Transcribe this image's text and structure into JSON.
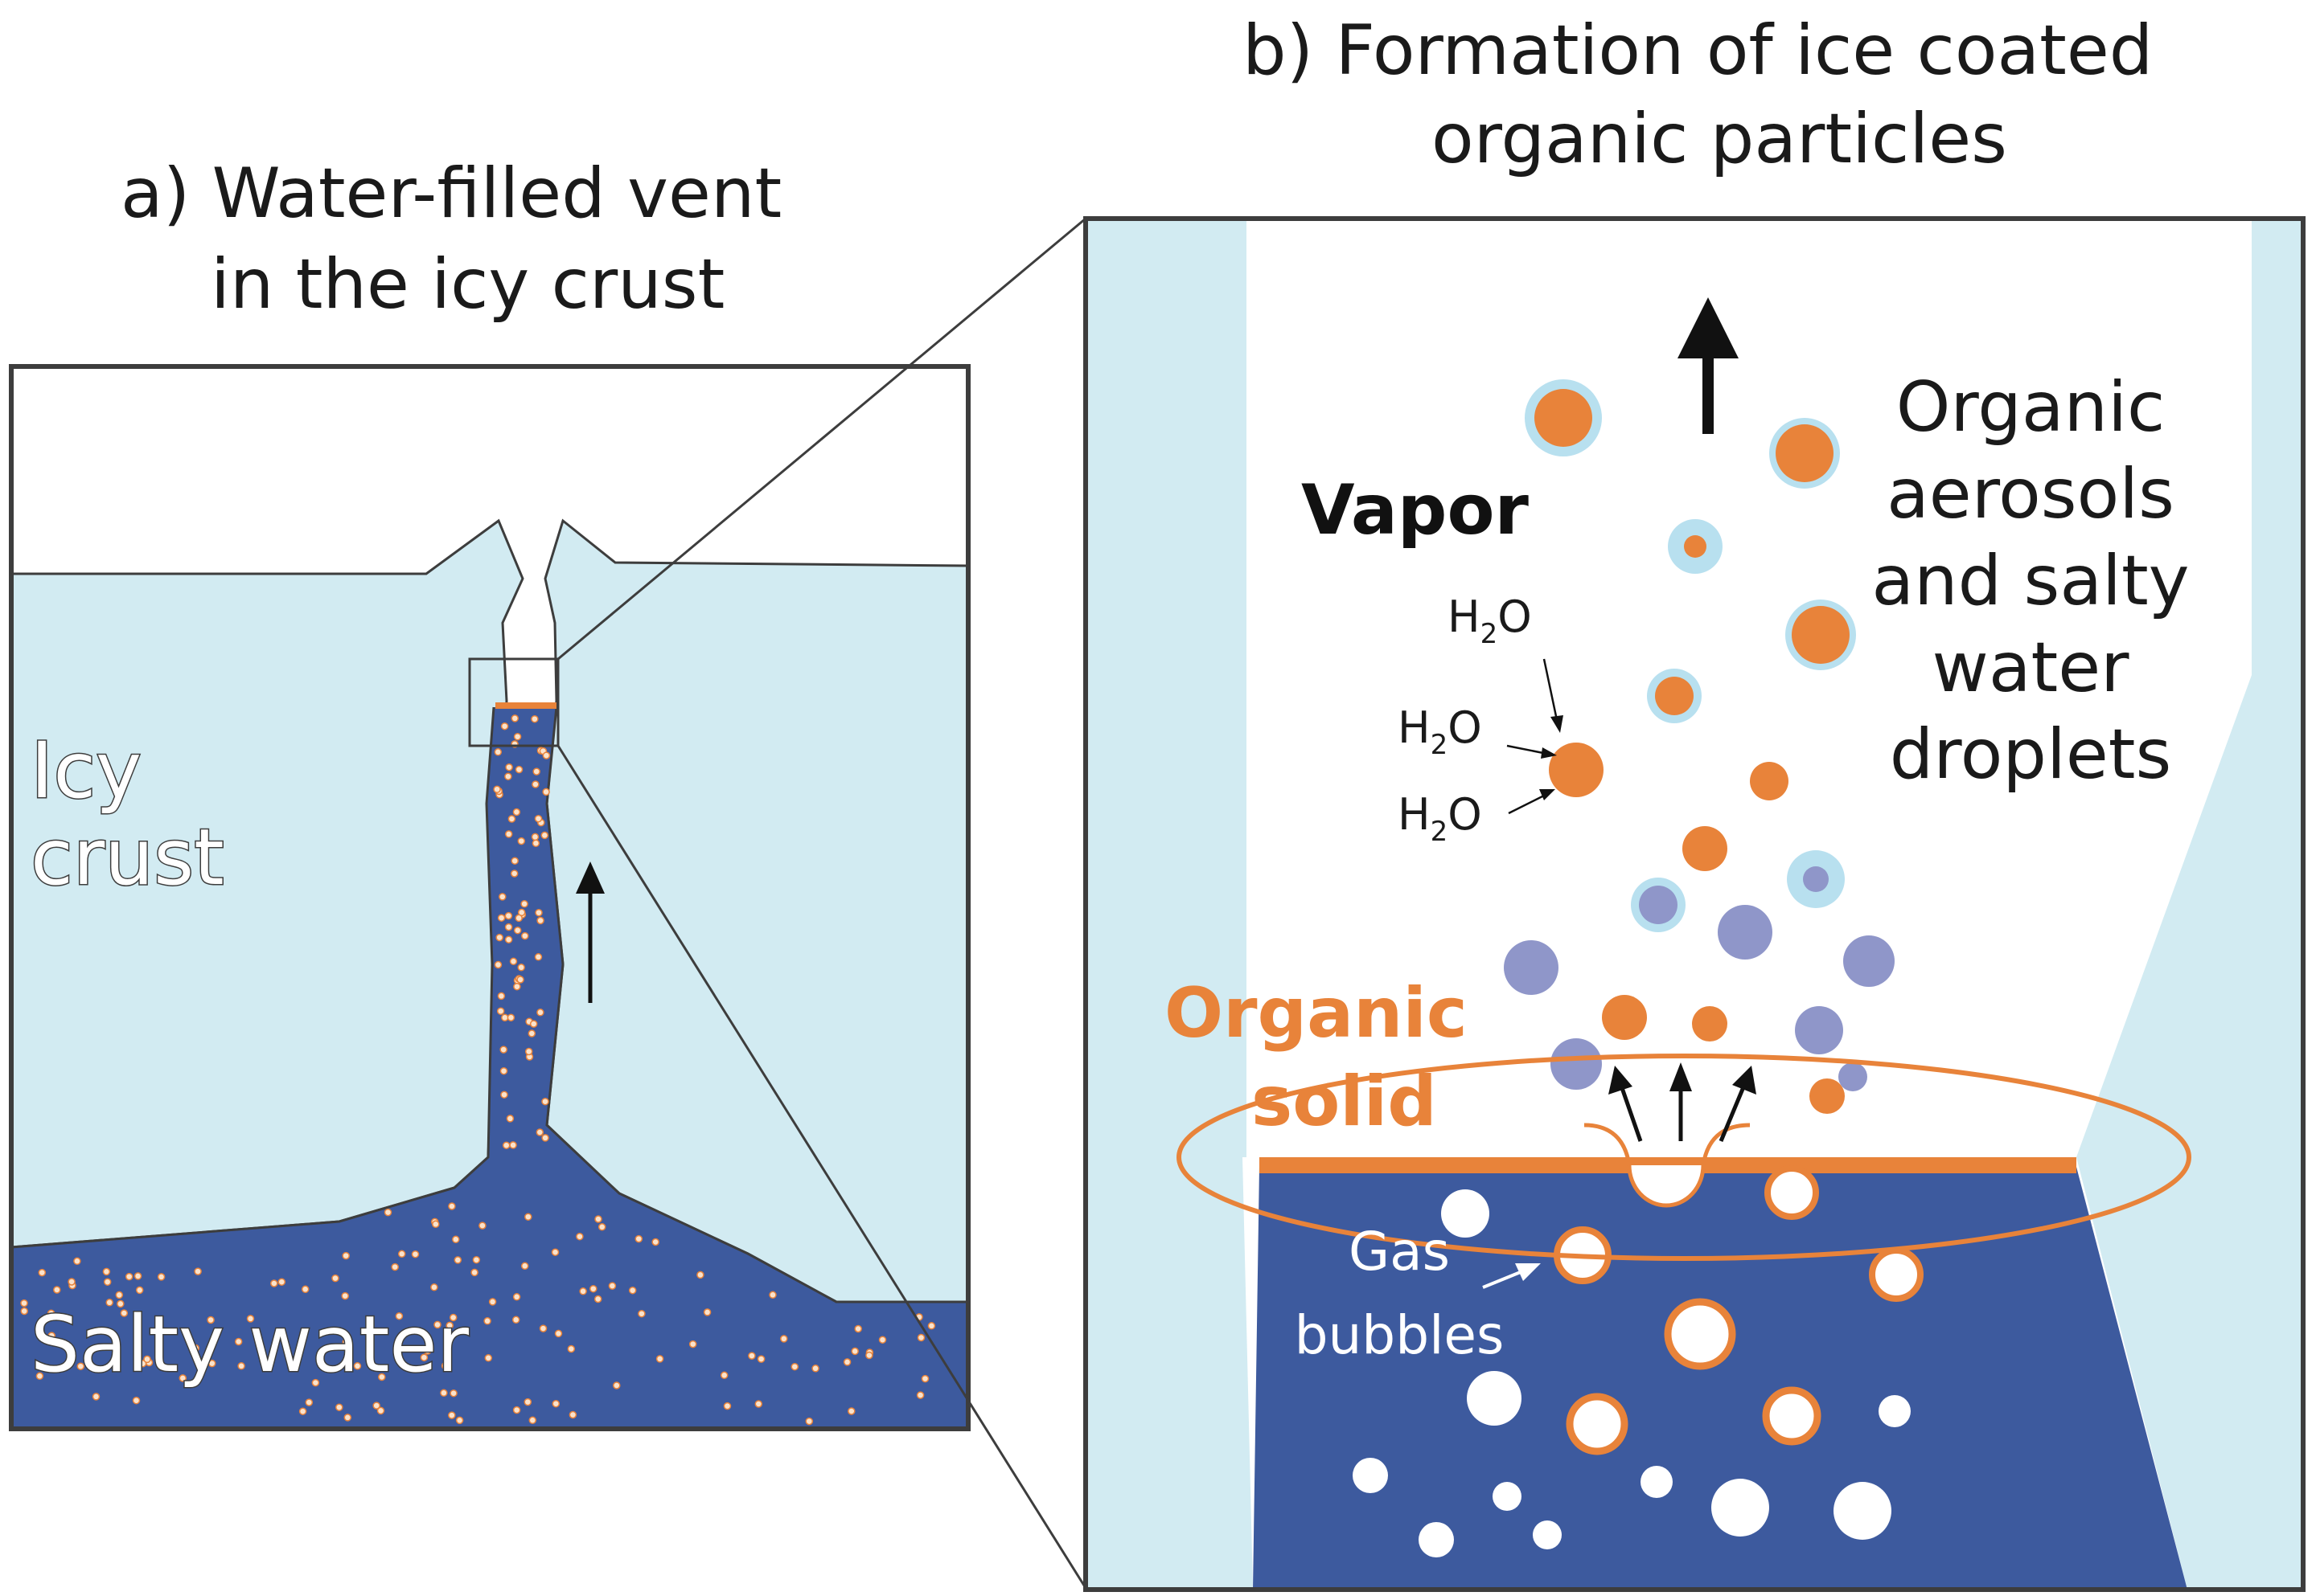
{
  "panel_a": {
    "title_line1": "a)  Water-filled vent",
    "title_line2": "in the icy crust",
    "icy_crust_line1": "Icy",
    "icy_crust_line2": "crust",
    "salty_water": "Salty water"
  },
  "panel_b": {
    "title_line1": "b) Formation of ice coated",
    "title_line2": "organic particles",
    "vapor": "Vapor",
    "h2o_main": "H",
    "h2o_sub": "2",
    "h2o_tail": "O",
    "aerosols_lines": [
      "Organic",
      "aerosols",
      "and salty",
      "water",
      "droplets"
    ],
    "organic_solid_line1": "Organic",
    "organic_solid_line2": "solid",
    "gas_bubbles_line1": "Gas",
    "gas_bubbles_line2": "bubbles"
  },
  "colors": {
    "ice": "#d2ebf2",
    "deep_water": "#3d5a9e",
    "organic": "#e8833a",
    "droplet_blue": "#8f96c9",
    "ice_coat": "#b8e0ef",
    "outline": "#3d3d3d"
  }
}
